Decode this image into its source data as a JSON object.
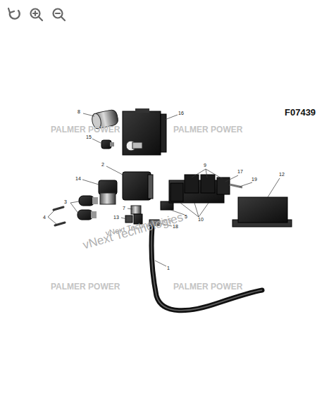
{
  "diagram": {
    "labels": [
      "F07439",
      "8",
      "16",
      "15",
      "2",
      "14",
      "9",
      "17",
      "19",
      "12",
      "3",
      "4",
      "13",
      "7",
      "18",
      "5",
      "10",
      "1",
      "PALMER POWER",
      "PALMER POWER",
      "PALMER POWER",
      "PALMER POWER",
      "vNext Technologies",
      "vNext Technologies"
    ]
  }
}
